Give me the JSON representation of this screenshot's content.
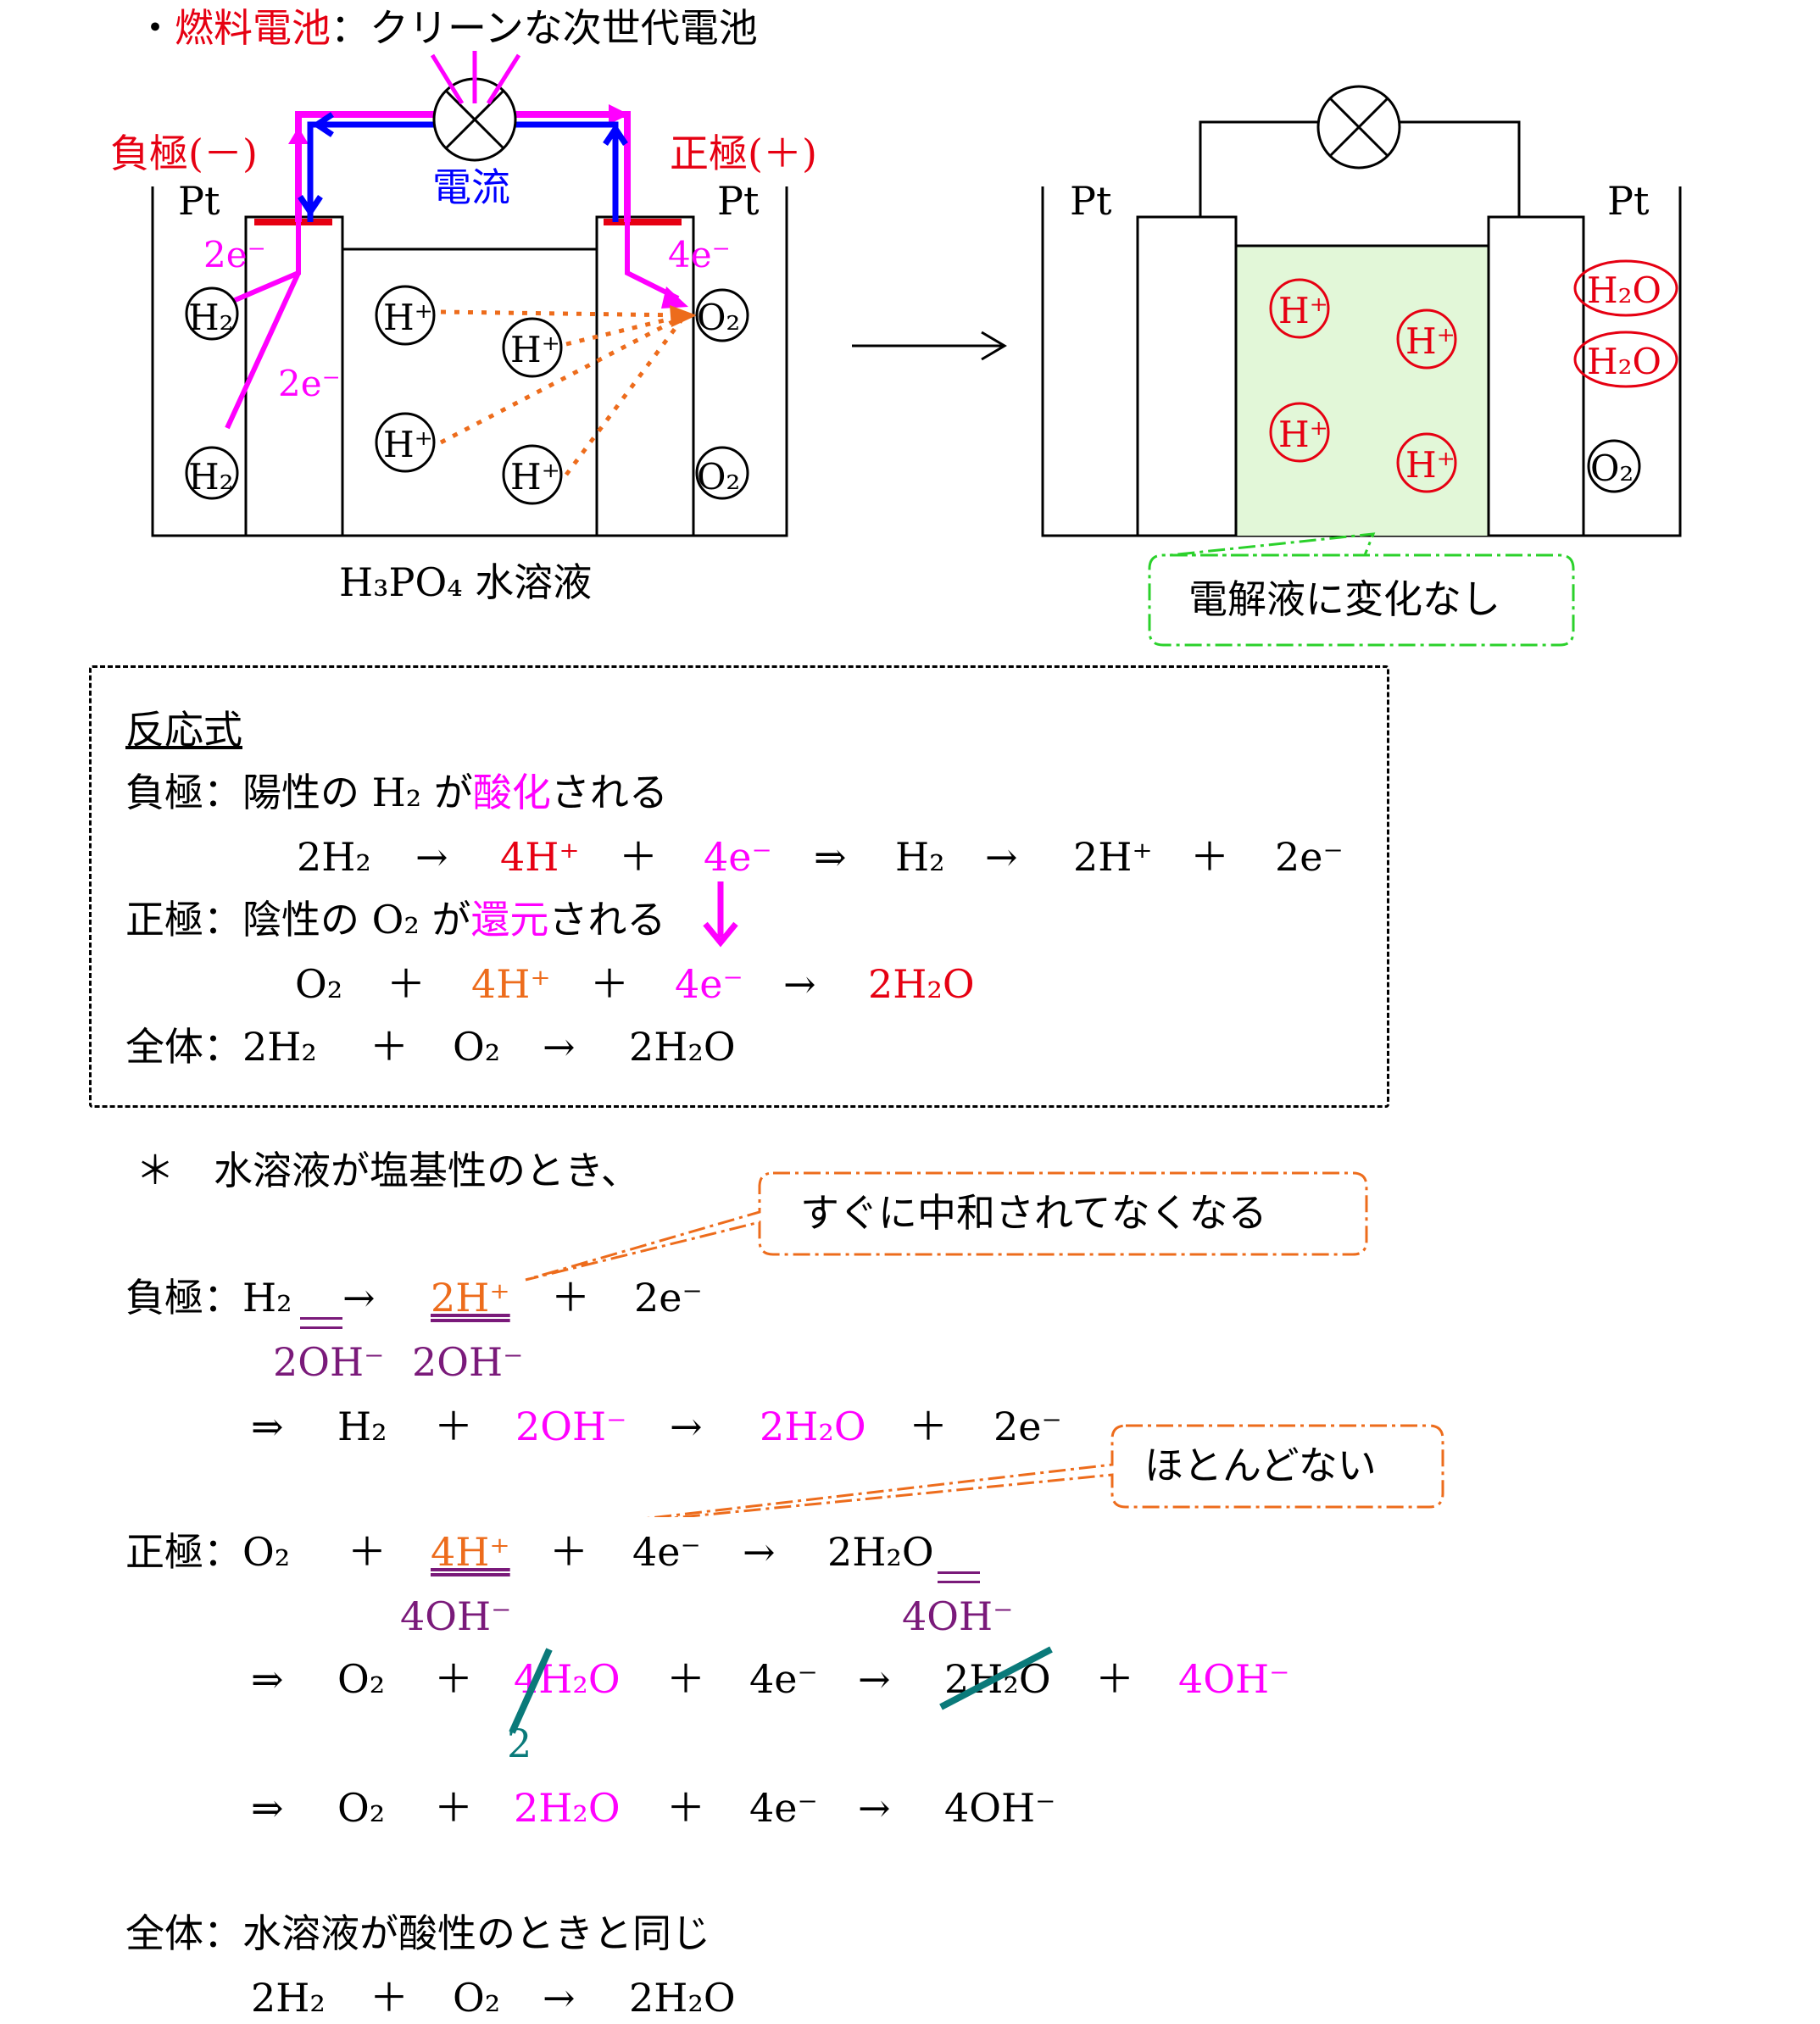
{
  "title": {
    "bullet": "・",
    "highlight": "燃料電池",
    "rest": "：クリーンな次世代電池"
  },
  "diagram_left": {
    "neg_label": "負極(－)",
    "pos_label": "正極(＋)",
    "current_label": "電流",
    "pt_left": "Pt",
    "pt_right": "Pt",
    "e_top_left": "2e⁻",
    "e_top_right": "4e⁻",
    "e_mid_left": "2e⁻",
    "h2": "H₂",
    "o2": "O₂",
    "hplus": "H⁺",
    "caption": "H₃PO₄ 水溶液"
  },
  "diagram_right": {
    "pt_left": "Pt",
    "pt_right": "Pt",
    "h2o": "H₂O",
    "o2": "O₂",
    "hplus": "H⁺",
    "note": "電解液に変化なし"
  },
  "reaction_box": {
    "heading": "反応式",
    "neg_line": {
      "prefix": "負極：陽性の H₂ が",
      "word": "酸化",
      "suffix": "される"
    },
    "neg_eq1": {
      "a": "2H₂",
      "arrow": "→",
      "b": "4H⁺",
      "plus": "＋",
      "c": "4e⁻"
    },
    "neg_eq2": {
      "imp": "⇒",
      "a": "H₂",
      "arrow": "→",
      "b": "2H⁺",
      "plus": "＋",
      "c": "2e⁻"
    },
    "pos_line": {
      "prefix": "正極：陰性の O₂ が",
      "word": "還元",
      "suffix": "される"
    },
    "pos_eq": {
      "a": "O₂",
      "plus1": "＋",
      "b": "4H⁺",
      "plus2": "＋",
      "c": "4e⁻",
      "arrow": "→",
      "d": "2H₂O"
    },
    "total": {
      "prefix": "全体：2H₂",
      "plus": "＋",
      "b": "O₂",
      "arrow": "→",
      "c": "2H₂O"
    }
  },
  "basic": {
    "intro": "＊　水溶液が塩基性のとき、",
    "callout1": "すぐに中和されてなくなる",
    "callout2": "ほとんどない",
    "neg": {
      "label": "負極：H₂",
      "arrow": "→",
      "b": "2H⁺",
      "plus": "＋",
      "c": "2e⁻",
      "under1": "2OH⁻",
      "under2": "2OH⁻",
      "r_imp": "⇒",
      "r_a": "H₂",
      "r_plus1": "＋",
      "r_b": "2OH⁻",
      "r_arrow": "→",
      "r_c": "2H₂O",
      "r_plus2": "＋",
      "r_d": "2e⁻"
    },
    "pos": {
      "label": "正極：O₂",
      "plus1": "＋",
      "b": "4H⁺",
      "plus2": "＋",
      "c": "4e⁻",
      "arrow": "→",
      "d": "2H₂O",
      "under1": "4OH⁻",
      "under2": "4OH⁻",
      "r1_imp": "⇒",
      "r1_a": "O₂",
      "r1_plus1": "＋",
      "r1_b": "4H₂O",
      "r1_plus2": "＋",
      "r1_c": "4e⁻",
      "r1_arrow": "→",
      "r1_d": "2H₂O",
      "r1_plus3": "＋",
      "r1_e": "4OH⁻",
      "correction": "2",
      "r2_imp": "⇒",
      "r2_a": "O₂",
      "r2_plus1": "＋",
      "r2_b": "2H₂O",
      "r2_plus2": "＋",
      "r2_c": "4e⁻",
      "r2_arrow": "→",
      "r2_d": "4OH⁻"
    },
    "total": {
      "line": "全体：水溶液が酸性のときと同じ",
      "a": "2H₂",
      "plus": "＋",
      "b": "O₂",
      "arrow": "→",
      "c": "2H₂O"
    }
  }
}
